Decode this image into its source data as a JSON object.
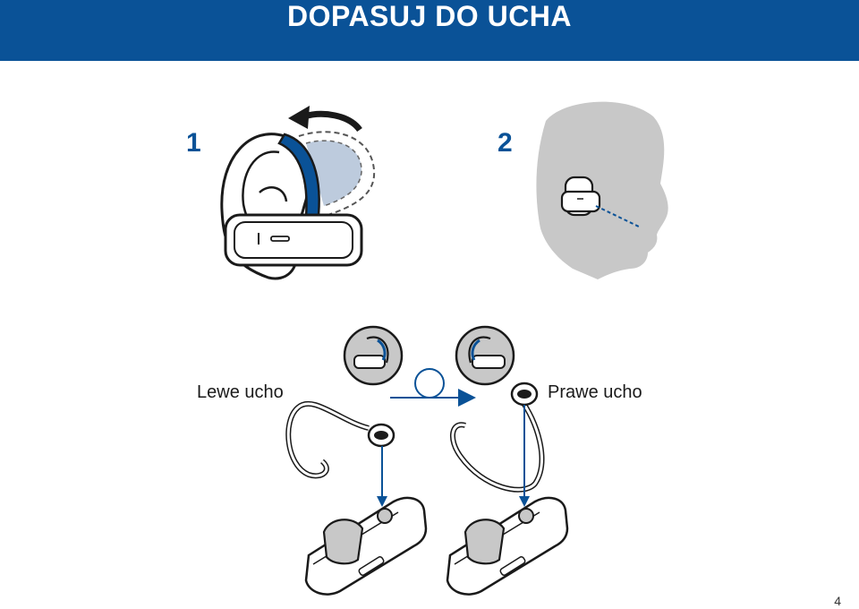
{
  "header": {
    "title": "DOPASUJ DO UCHA",
    "background": "#0a5297"
  },
  "steps": [
    {
      "number": "1"
    },
    {
      "number": "2"
    }
  ],
  "labels": {
    "left_ear": "Lewe ucho",
    "right_ear": "Prawe ucho"
  },
  "page_number": "4",
  "colors": {
    "accent": "#0a5297",
    "head_gray": "#c8c8c8",
    "line": "#222222"
  },
  "icons": [
    "ear-with-headset-illustration",
    "rotate-arrow-icon",
    "head-profile-illustration",
    "swap-arrow-icon",
    "earhook-illustration",
    "headset-device-illustration"
  ]
}
